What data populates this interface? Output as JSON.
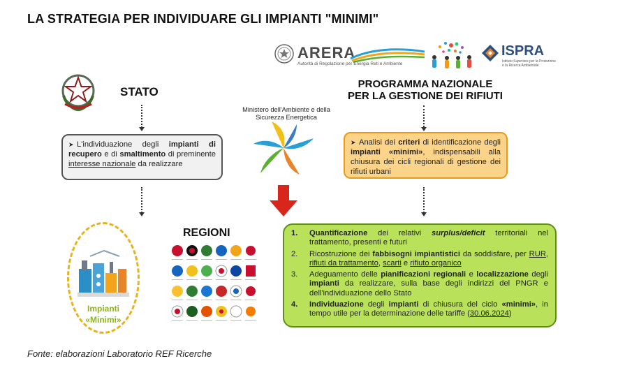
{
  "title": "LA STRATEGIA PER INDIVIDUARE GLI IMPIANTI \"MINIMI\"",
  "logos": {
    "arera_name": "ARERA",
    "arera_subtitle": "Autorità di Regolazione per Energia Reti e Ambiente",
    "ispra_name": "ISPRA",
    "ispra_subtitle": "Istituto Superiore per la Protezione e la Ricerca Ambientale"
  },
  "stato": {
    "label": "STATO",
    "box": {
      "p1": "L'individuazione degli ",
      "b1": "impianti di recupero",
      "p2": " e di ",
      "b2": "smaltimento",
      "p3": " di preminente ",
      "u1": "interesse nazionale",
      "p4": " da realizzare"
    }
  },
  "ministero": {
    "label": "Ministero dell'Ambiente e della Sicurezza Energetica"
  },
  "programma": {
    "label_line1": "PROGRAMMA NAZIONALE",
    "label_line2": "PER LA GESTIONE DEI RIFIUTI",
    "box": {
      "p1": "Analisi dei ",
      "b1": "criteri",
      "p2": " di identificazione degli ",
      "b2": "impianti «minimi»",
      "p3": ", indispensabili alla chiusura dei cicli regionali di gestione dei rifiuti urbani"
    }
  },
  "impianti": {
    "line1": "Impianti",
    "line2": "«Minimi»"
  },
  "regioni": {
    "label": "REGIONI"
  },
  "steps": {
    "s1": {
      "n": "1.",
      "b1": "Quantificazione",
      "p1": " dei relativi ",
      "bi1": "surplus/deficit",
      "p2": " territoriali nel trattamento, presenti e futuri"
    },
    "s2": {
      "n": "2.",
      "p1": "Ricostruzione dei ",
      "b1": "fabbisogni impiantistici",
      "p2": " da soddisfare, per ",
      "u1": "RUR",
      "p3": ", ",
      "u2": "rifiuti da trattamento",
      "p4": ", ",
      "u3": "scarti",
      "p5": " e ",
      "u4": "rifiuto organico"
    },
    "s3": {
      "n": "3.",
      "p1": "Adeguamento delle ",
      "b1": "pianificazioni regionali",
      "p2": " e ",
      "b2": "localizzazione",
      "p3": " degli ",
      "b3": "impianti",
      "p4": " da realizzare, sulla base degli indirizzi del PNGR e dell'individuazione dello Stato"
    },
    "s4": {
      "n": "4.",
      "b1": "Individuazione",
      "p1": " degli ",
      "b2": "impianti",
      "p2": " di chiusura del ciclo ",
      "b3": "«minimi»",
      "p3": ", in tempo utile per la determinazione delle tariffe (",
      "u1": "30.06.2024",
      "p4": ")"
    }
  },
  "fonte": "Fonte: elaborazioni Laboratorio REF Ricerche",
  "colors": {
    "stato_box_bg": "#f1f1f1",
    "programma_box_bg": "#fbd48a",
    "programma_box_border": "#e89a1a",
    "steps_box_bg": "#b9e25a",
    "impianti_ring": "#e7b31a",
    "impianti_text": "#8fb320",
    "arrow_red": "#d9261c"
  }
}
